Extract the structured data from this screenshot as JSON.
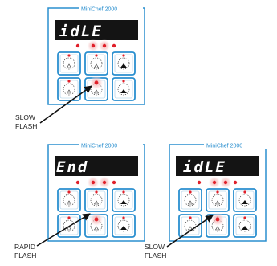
{
  "colors": {
    "frame": "#2a8fcf",
    "display_bg": "#141414",
    "display_text": "#ffffff",
    "led": "#e0202a",
    "glow": "#f2a7a7",
    "arrow": "#111111"
  },
  "panels": [
    {
      "title": "MiniChef 2000",
      "display": "idLE",
      "caption": [
        "SLOW",
        "FLASH"
      ],
      "flashing_leds": [
        "top-mid-left",
        "top-mid-right",
        "button-4"
      ]
    },
    {
      "title": "MiniChef 2000",
      "display": "End",
      "caption": [
        "RAPID",
        "FLASH"
      ],
      "flashing_leds": [
        "top-mid-left",
        "top-mid-right",
        "button-4"
      ]
    },
    {
      "title": "MiniChef 2000",
      "display": "idLE",
      "caption": [
        "SLOW",
        "FLASH"
      ],
      "flashing_leds": [
        "top-mid-left",
        "top-mid-right",
        "button-4"
      ]
    }
  ],
  "icons": [
    "dial-icon"
  ]
}
